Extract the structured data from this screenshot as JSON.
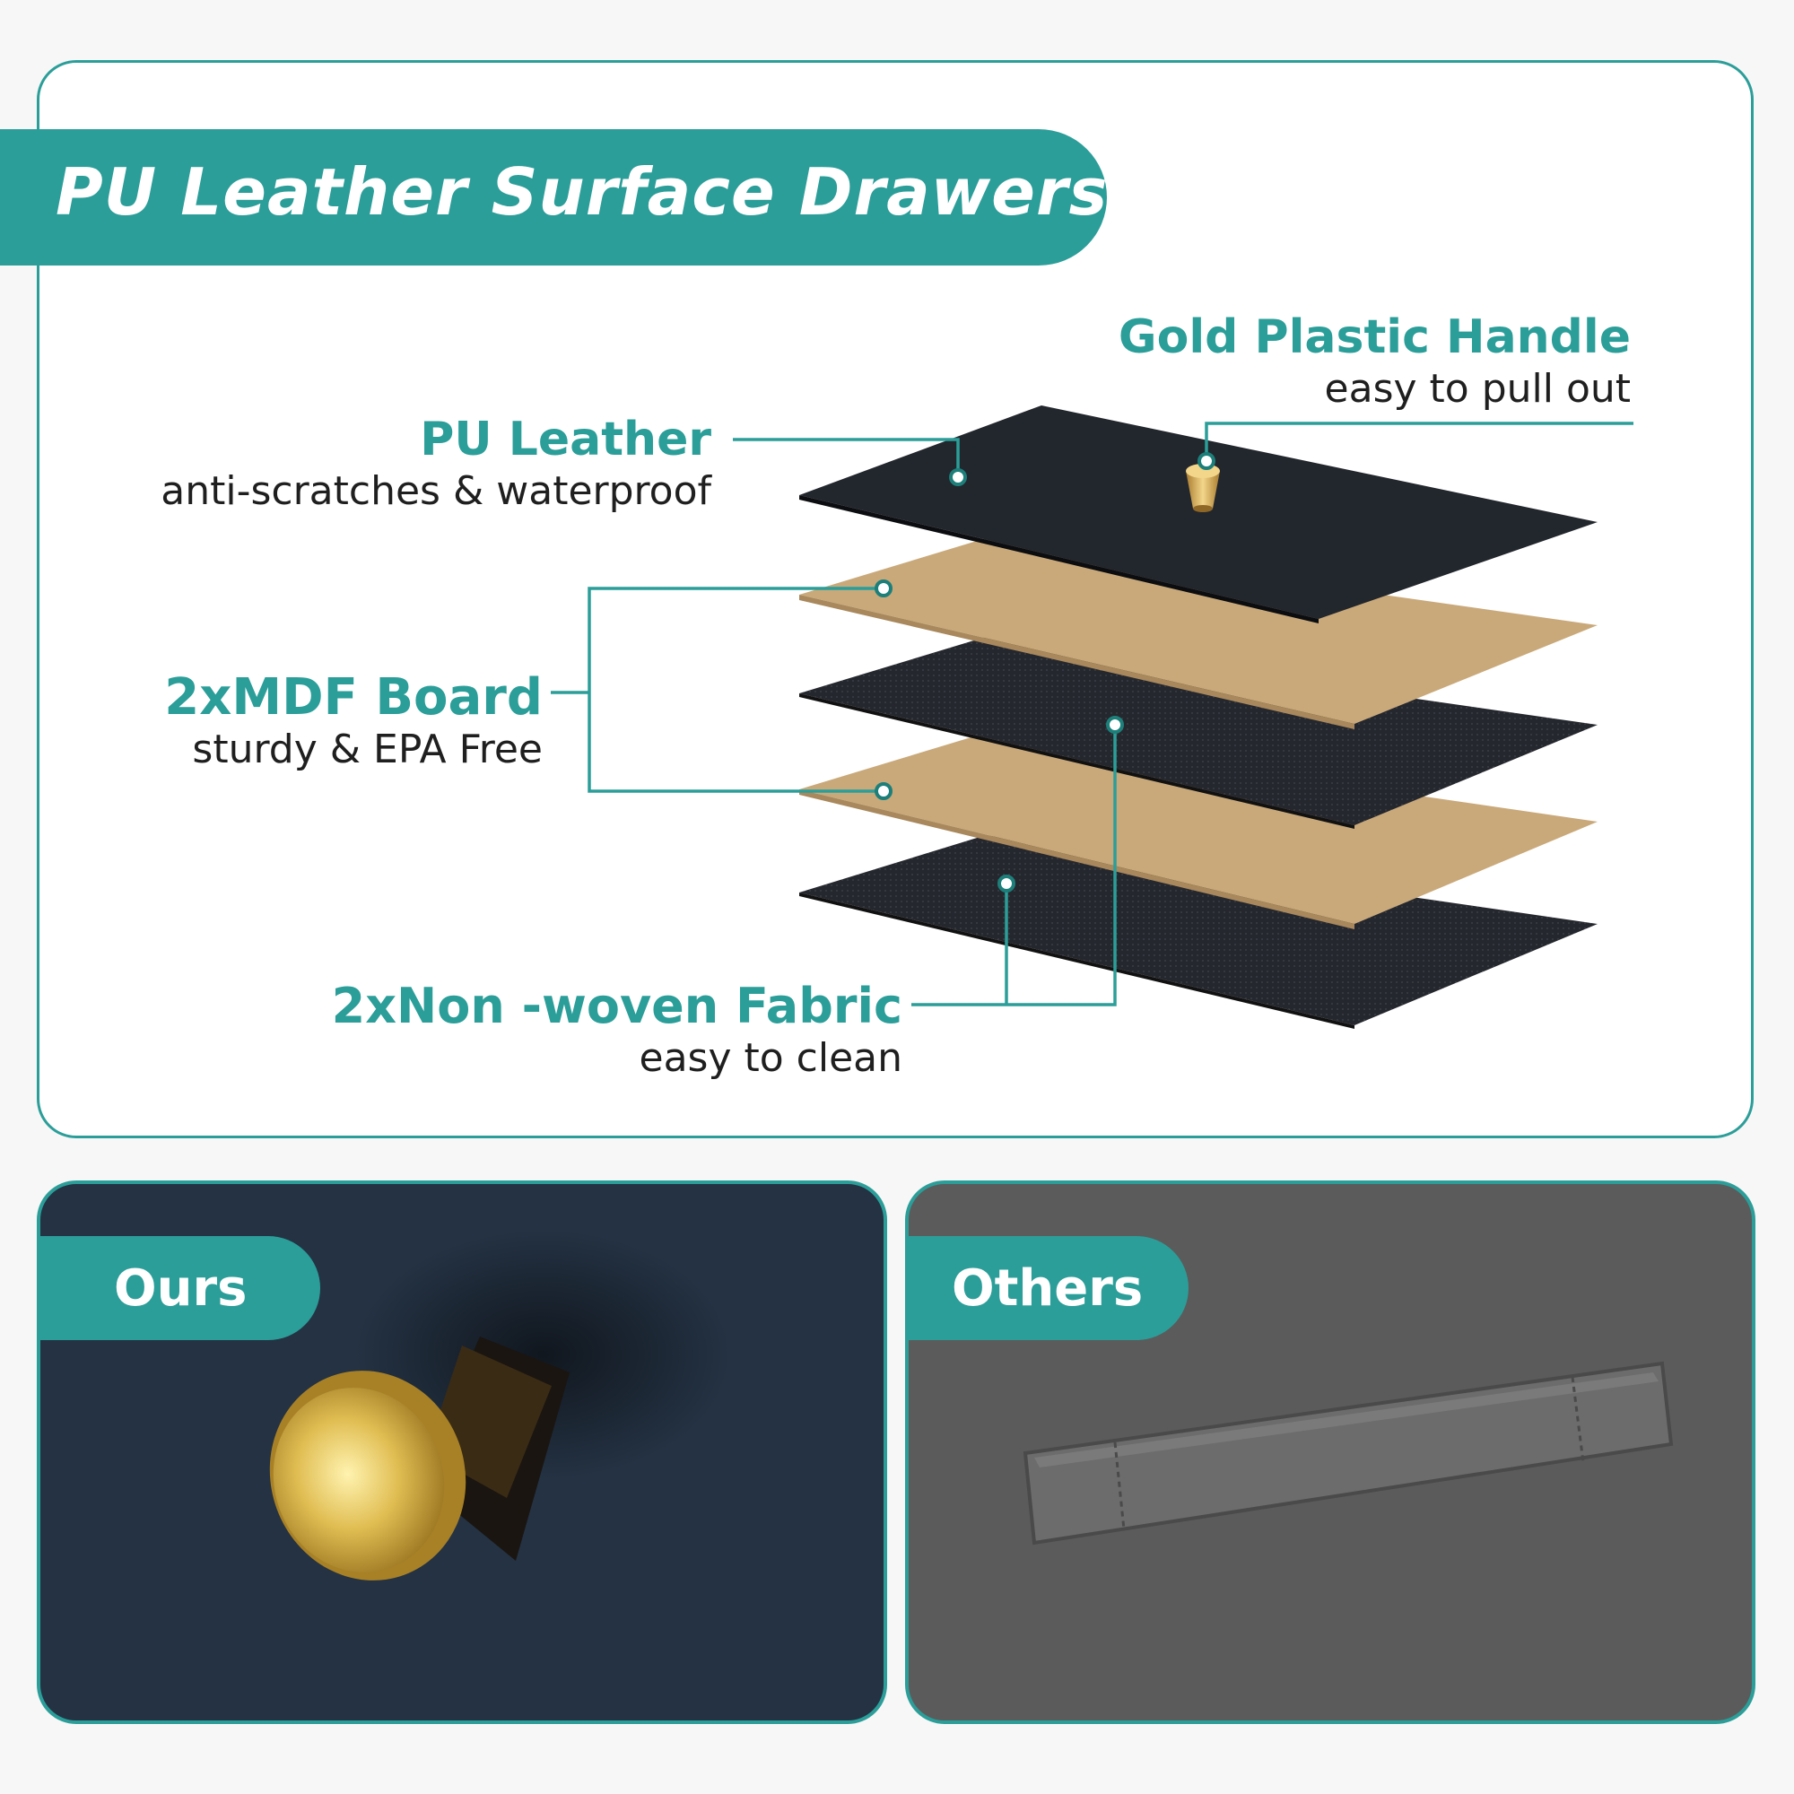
{
  "header": {
    "title": "PU Leather Surface Drawers"
  },
  "callouts": {
    "handle": {
      "title": "Gold Plastic Handle",
      "subtitle": "easy to pull out"
    },
    "leather": {
      "title": "PU Leather",
      "subtitle": "anti-scratches  & waterproof"
    },
    "mdf": {
      "title": "2xMDF Board",
      "subtitle": "sturdy & EPA Free"
    },
    "fabric": {
      "title": "2xNon -woven Fabric",
      "subtitle": "easy to clean"
    }
  },
  "comparison": {
    "ours": {
      "label": "Ours"
    },
    "others": {
      "label": "Others"
    }
  },
  "colors": {
    "accent": "#2b9e99",
    "leather": "#22262d",
    "mdf": "#c9a97a",
    "fabric": "#25272e",
    "gold": "#d9b25a"
  }
}
